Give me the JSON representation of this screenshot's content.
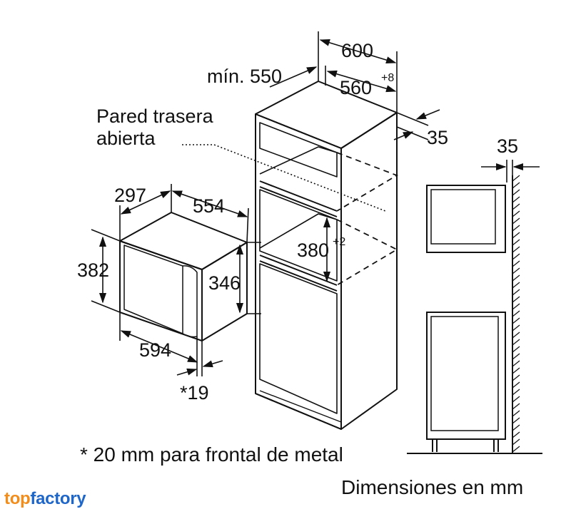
{
  "diagram": {
    "label_pared_line1": "Pared trasera",
    "label_pared_line2": "abierta",
    "dims": {
      "cab_width": "600",
      "cab_min_depth": "mín. 550",
      "niche_width_main": "560",
      "niche_width_sup": "+8",
      "rear_gap_top": "35",
      "rear_gap_side": "35",
      "niche_height_main": "380",
      "niche_height_sup": "+2",
      "app_depth": "297",
      "app_width_top": "554",
      "app_height": "382",
      "app_front_height": "346",
      "app_width_bottom": "594",
      "frame_offset": "*19"
    }
  },
  "footnote": "* 20 mm para frontal de metal",
  "units_label": "Dimensiones en mm",
  "brand": {
    "part1": "top",
    "part2": "factory",
    "color1": "#f28c1a",
    "color2": "#1f66c9"
  }
}
